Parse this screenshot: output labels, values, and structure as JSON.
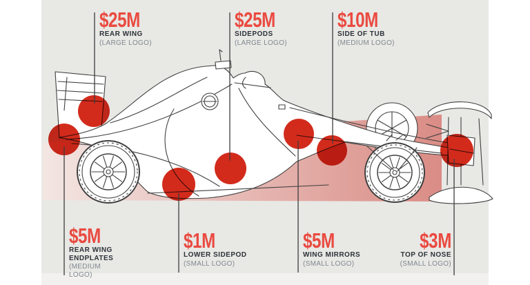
{
  "spots": [
    {
      "id": "rear-wing",
      "price": "$25M",
      "area": "REAR WING",
      "logo": "(LARGE LOGO)"
    },
    {
      "id": "sidepods",
      "price": "$25M",
      "area": "SIDEPODS",
      "logo": "(LARGE LOGO)"
    },
    {
      "id": "side-of-tub",
      "price": "$10M",
      "area": "SIDE OF TUB",
      "logo": "(MEDIUM LOGO)"
    },
    {
      "id": "rear-wing-endplates",
      "price": "$5M",
      "area": "REAR WING ENDPLATES",
      "logo": "(MEDIUM LOGO)"
    },
    {
      "id": "lower-sidepod",
      "price": "$1M",
      "area": "LOWER SIDEPOD",
      "logo": "(SMALL LOGO)"
    },
    {
      "id": "wing-mirrors",
      "price": "$5M",
      "area": "WING MIRRORS",
      "logo": "(SMALL LOGO)"
    },
    {
      "id": "top-of-nose",
      "price": "$3M",
      "area": "TOP OF NOSE",
      "logo": "(SMALL LOGO)"
    }
  ],
  "colors": {
    "price_red": "#ea4a40",
    "dot_red": "#d22b1c",
    "label_dark": "#2d3138",
    "label_gray": "#81888f",
    "leader_line": "#3c3c3c",
    "stage_gray": "#e8e8e5",
    "band_light": "#f3e6e3",
    "band_dark": "#da8c85",
    "car_line": "#3f3f3f"
  }
}
